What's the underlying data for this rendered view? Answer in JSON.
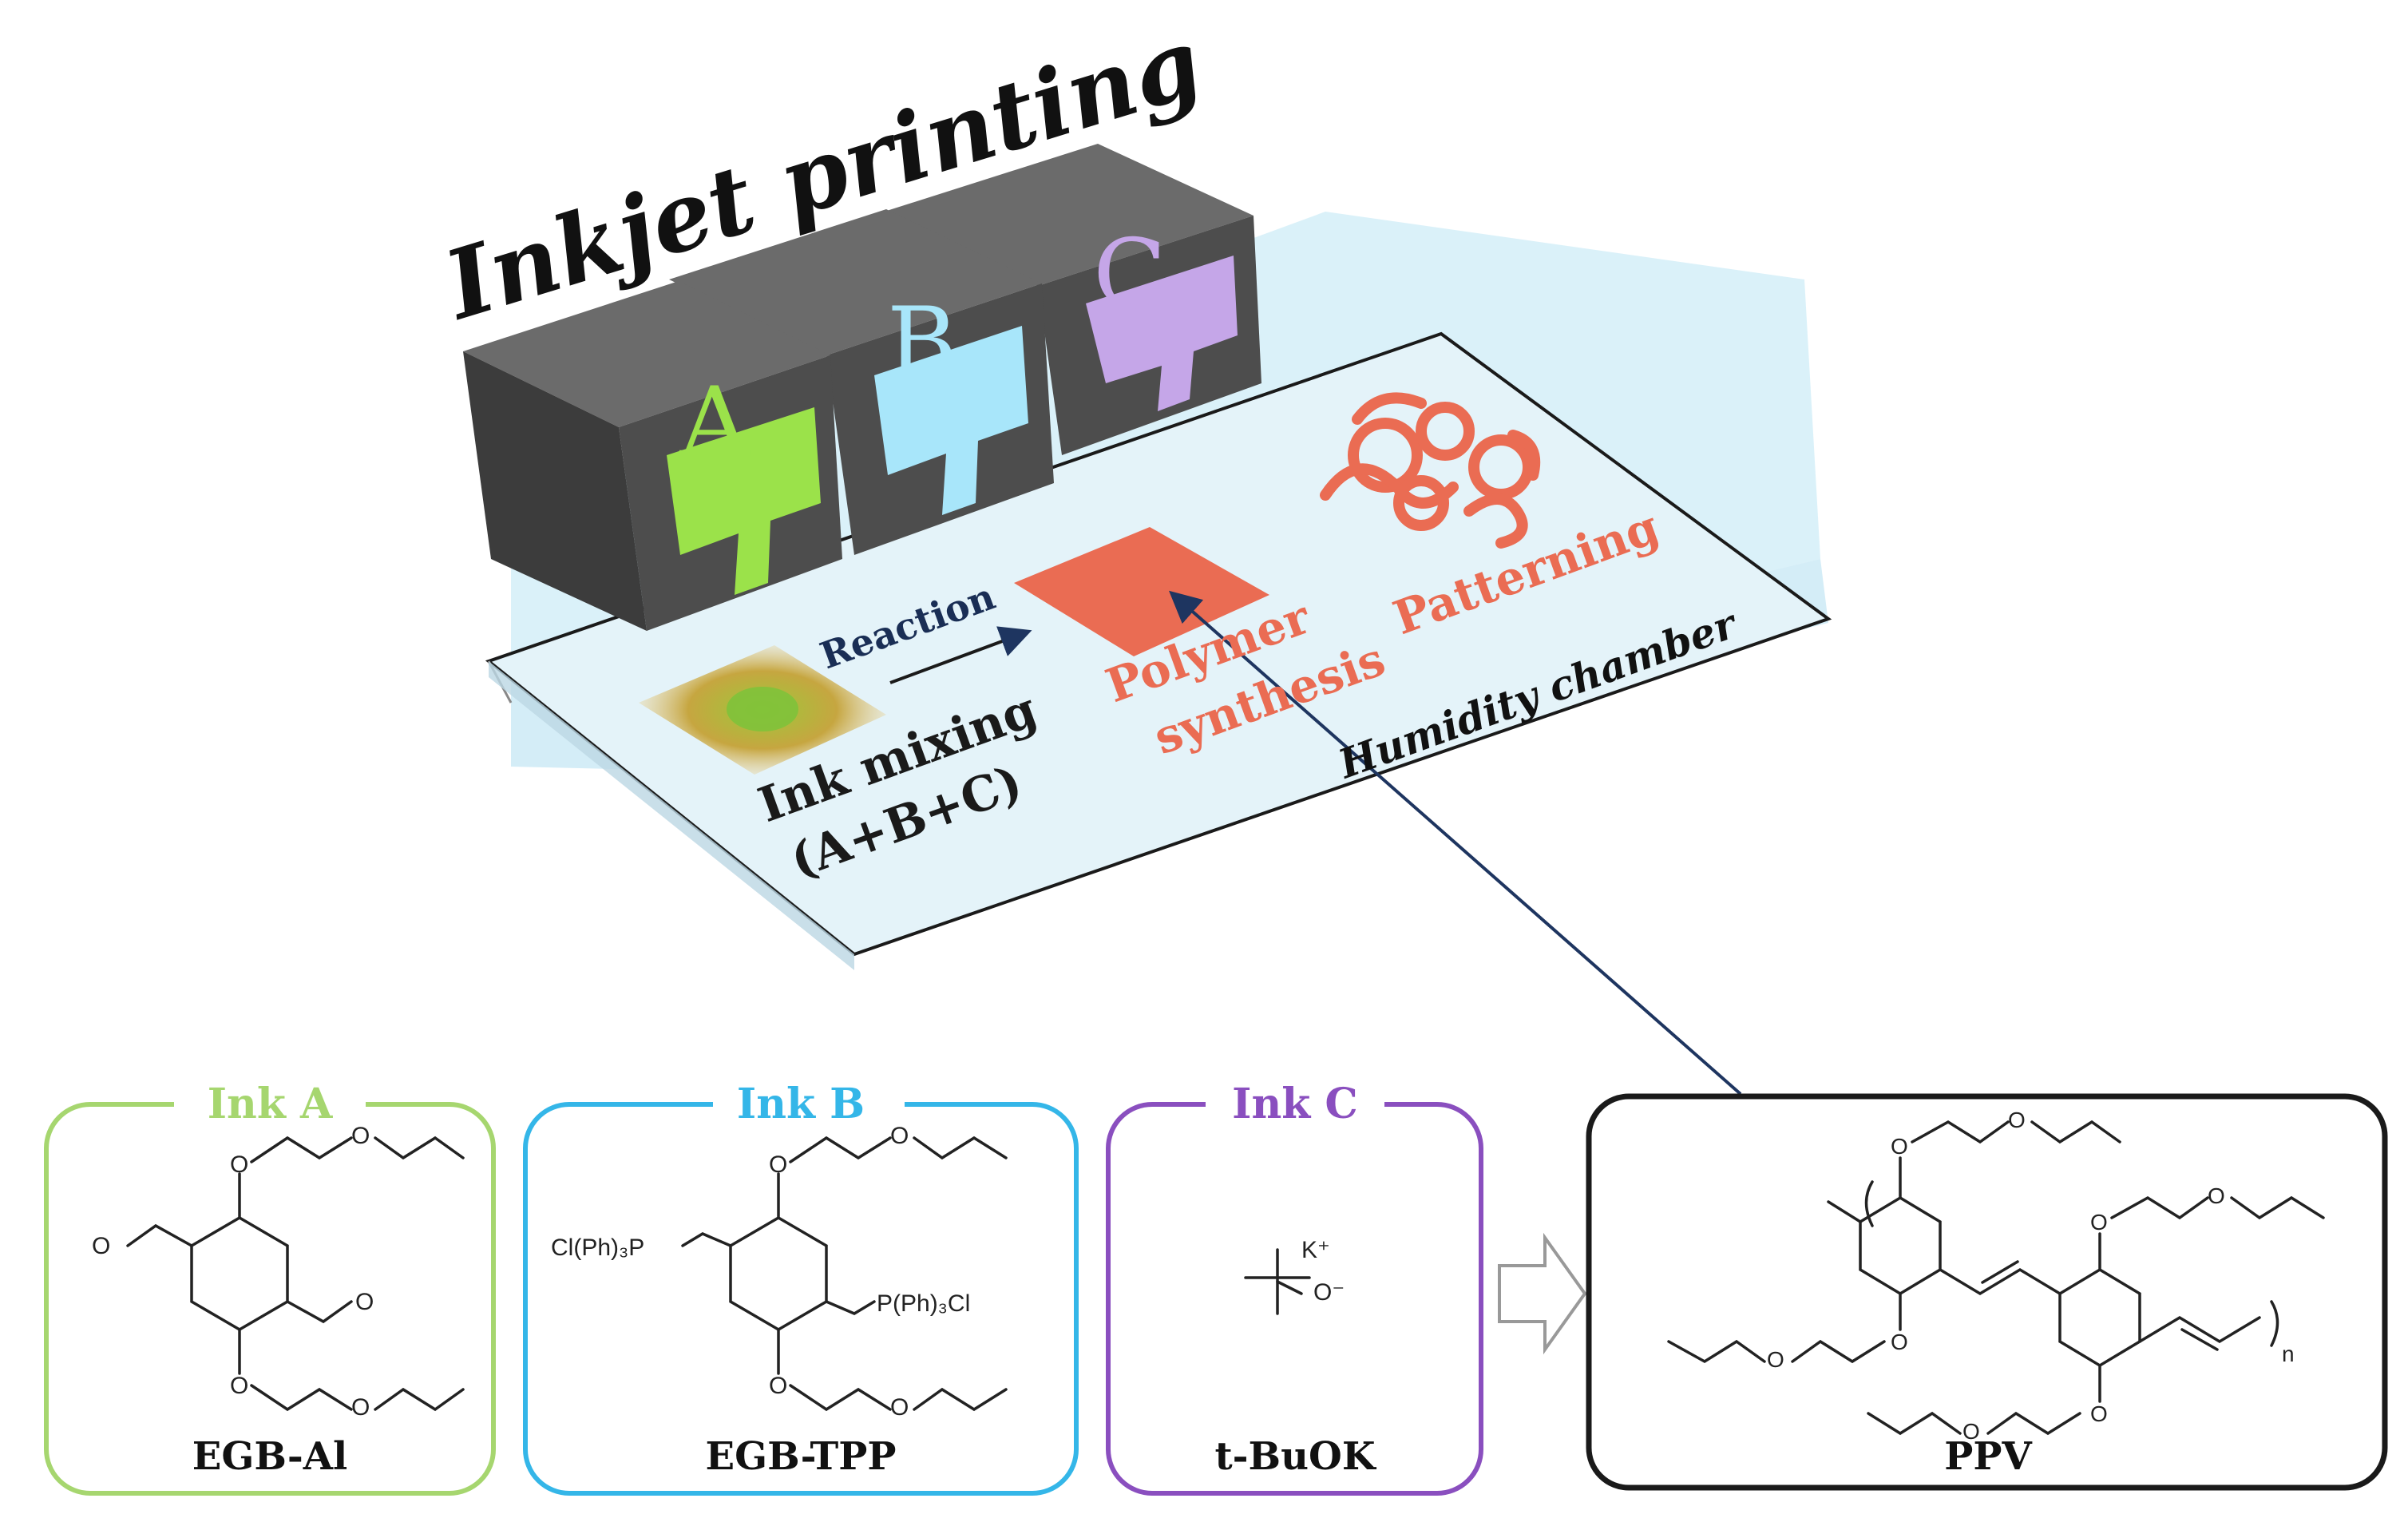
{
  "title": "Inkjet printing",
  "printheads": [
    {
      "letter": "A",
      "color": "#9be24a"
    },
    {
      "letter": "B",
      "color": "#a8e6fa"
    },
    {
      "letter": "C",
      "color": "#c5a6e8"
    }
  ],
  "process": {
    "reaction": "Reaction",
    "ink_mixing": "Ink mixing",
    "ink_combo": "(A+B+C)",
    "polymer_1": "Polymer",
    "polymer_2": "synthesis",
    "patterning": "Patterning",
    "chamber": "Humidity chamber"
  },
  "inks": [
    {
      "label": "Ink A",
      "compound": "EGB-Al",
      "color": "#a6d66f"
    },
    {
      "label": "Ink B",
      "compound": "EGB-TPP",
      "color": "#34b6e8"
    },
    {
      "label": "Ink C",
      "compound": "t-BuOK",
      "color": "#8a4fbf"
    }
  ],
  "product": {
    "compound": "PPV"
  },
  "chem_labels": {
    "cl_ph3p": "Cl(Ph)₃P",
    "p_ph3cl": "P(Ph)₃Cl",
    "k_plus": "K⁺",
    "o_minus": "O⁻",
    "o": "O",
    "n": "n"
  },
  "colors": {
    "accent_red": "#ea6c53",
    "head_dark": "#505050",
    "chamber_blue": "#d4eef8"
  }
}
